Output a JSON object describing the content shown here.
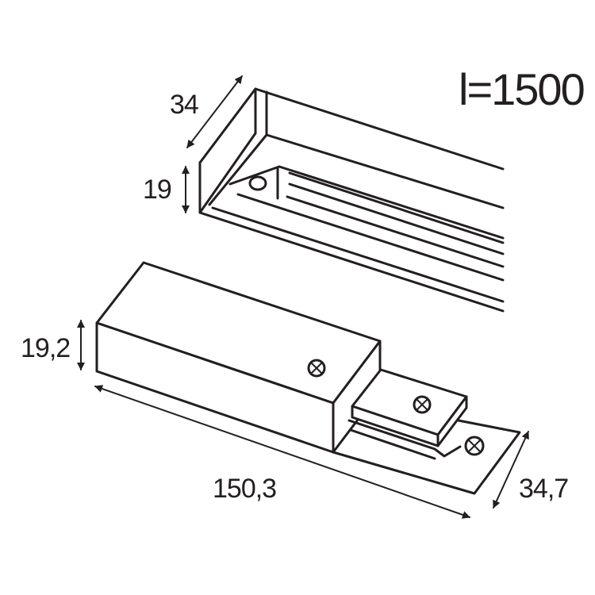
{
  "rail": {
    "length_label": "l=1500",
    "width_label": "34",
    "height_label": "19"
  },
  "feed_box": {
    "height_label": "19,2",
    "length_label": "150,3",
    "width_label": "34,7"
  },
  "colors": {
    "line": "#231f20",
    "background": "#ffffff"
  }
}
